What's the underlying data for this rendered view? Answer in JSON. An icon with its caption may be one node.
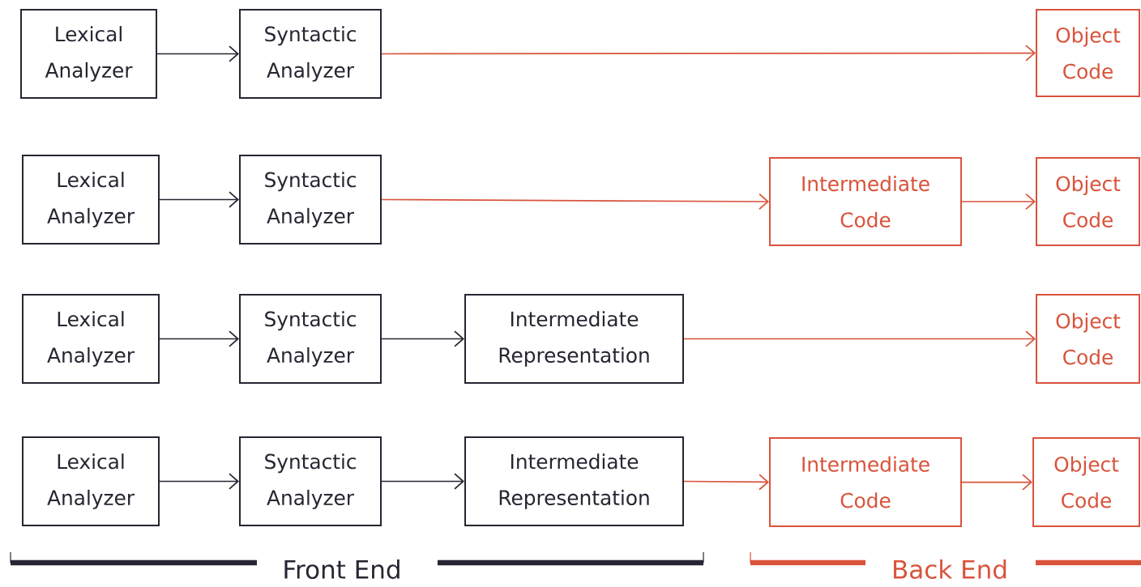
{
  "diagram": {
    "nodes": [
      {
        "text": [
          "Lexical Analyzer"
        ]
      },
      {
        "text": [
          "Syntactic Analyzer"
        ]
      },
      {
        "text": [
          "Object Code"
        ]
      },
      {
        "text": [
          "Lexical Analyzer"
        ]
      },
      {
        "text": [
          "Syntactic Analyzer"
        ]
      },
      {
        "text": [
          "Intermediate Code"
        ]
      },
      {
        "text": [
          "Object Code"
        ]
      },
      {
        "text": [
          "Lexical Analyzer"
        ]
      },
      {
        "text": [
          "Syntactic Analyzer"
        ]
      },
      {
        "text": [
          "Intermediate Representation"
        ]
      },
      {
        "text": [
          "Object Code"
        ]
      },
      {
        "text": [
          "Lexical Analyzer"
        ]
      },
      {
        "text": [
          "Syntactic Analyzer"
        ]
      },
      {
        "text": [
          "Intermediate Representation"
        ]
      },
      {
        "text": [
          "Intermediate Code"
        ]
      },
      {
        "text": [
          "Object Code"
        ]
      }
    ],
    "edges": [
      {
        "from": 0,
        "to": 1,
        "arrow": "to",
        "color": "#262633"
      },
      {
        "from": 1,
        "to": 2,
        "arrow": "to",
        "color": "#d9533b"
      },
      {
        "from": 3,
        "to": 4,
        "arrow": "to",
        "color": "#262633"
      },
      {
        "from": 4,
        "to": 5,
        "arrow": "to",
        "color": "#d9533b"
      },
      {
        "from": 5,
        "to": 6,
        "arrow": "to",
        "color": "#d9533b"
      },
      {
        "from": 7,
        "to": 8,
        "arrow": "to",
        "color": "#262633"
      },
      {
        "from": 8,
        "to": 9,
        "arrow": "to",
        "color": "#262633"
      },
      {
        "from": 9,
        "to": 10,
        "arrow": "to",
        "color": "#d9533b"
      },
      {
        "from": 11,
        "to": 12,
        "arrow": "to",
        "color": "#262633"
      },
      {
        "from": 12,
        "to": 13,
        "arrow": "to",
        "color": "#262633"
      },
      {
        "from": 13,
        "to": 14,
        "arrow": "to",
        "color": "#d9533b"
      },
      {
        "from": 14,
        "to": 15,
        "arrow": "to",
        "color": "#d9533b"
      }
    ],
    "labels": [
      "Front End",
      "Back End"
    ]
  }
}
